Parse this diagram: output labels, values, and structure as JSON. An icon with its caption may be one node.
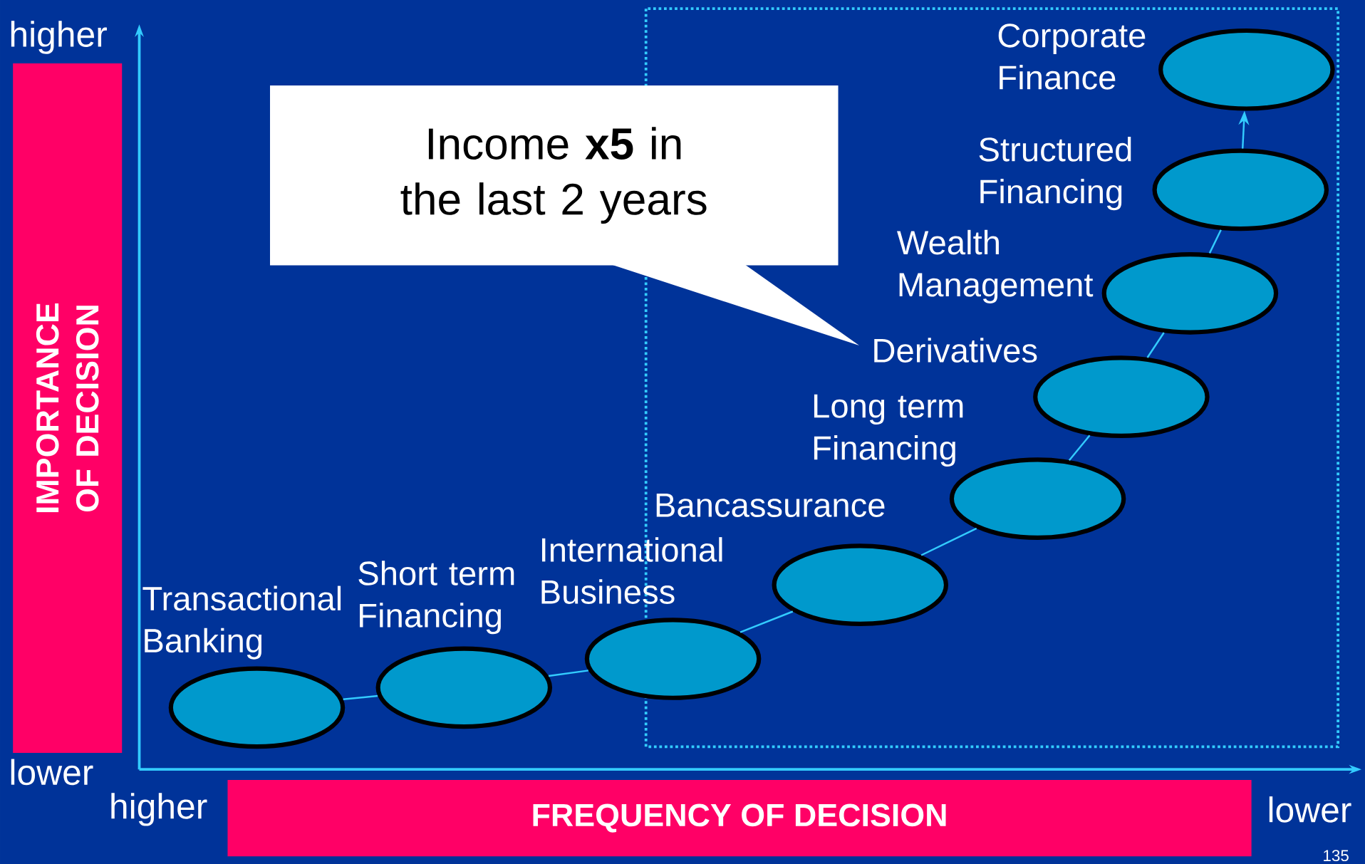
{
  "diagram": {
    "nodes": [
      {
        "text": [
          "IMPORTANCE OF DECISION"
        ]
      },
      {
        "text": [
          "Income **x5** in the last 2 years"
        ]
      },
      {
        "text": [],
        "shape": "ellipse",
        "beside": [
          "Transactional Banking"
        ]
      },
      {
        "text": [],
        "shape": "ellipse",
        "beside": [
          "Short term Financing"
        ]
      },
      {
        "text": [],
        "shape": "ellipse",
        "beside": [
          "International Business"
        ]
      },
      {
        "text": [],
        "shape": "ellipse",
        "beside": [
          "Bancassurance"
        ]
      },
      {
        "text": [],
        "shape": "ellipse",
        "beside": [
          "Long term Financing"
        ]
      },
      {
        "text": [],
        "shape": "ellipse",
        "beside": [
          "Derivatives"
        ]
      },
      {
        "text": [],
        "shape": "ellipse",
        "beside": [
          "Wealth Management"
        ]
      },
      {
        "text": [],
        "shape": "ellipse",
        "beside": [
          "Structured Financing"
        ]
      },
      {
        "text": [],
        "shape": "ellipse",
        "beside": [
          "Corporate Finance"
        ]
      },
      {
        "text": [
          "FREQUENCY OF DECISION"
        ]
      }
    ],
    "edges": [
      {
        "from": 2,
        "to": 3,
        "arrow": "none"
      },
      {
        "from": 3,
        "to": 4,
        "arrow": "none"
      },
      {
        "from": 4,
        "to": 5,
        "arrow": "none"
      },
      {
        "from": 5,
        "to": 6,
        "arrow": "none"
      },
      {
        "from": 6,
        "to": 7,
        "arrow": "none"
      },
      {
        "from": 7,
        "to": 8,
        "arrow": "none"
      },
      {
        "from": 8,
        "to": 9,
        "arrow": "none"
      },
      {
        "from": 9,
        "to": 10,
        "arrow": "to"
      }
    ],
    "labels": [
      "higher",
      "lower",
      "higher",
      "lower",
      "135"
    ]
  }
}
